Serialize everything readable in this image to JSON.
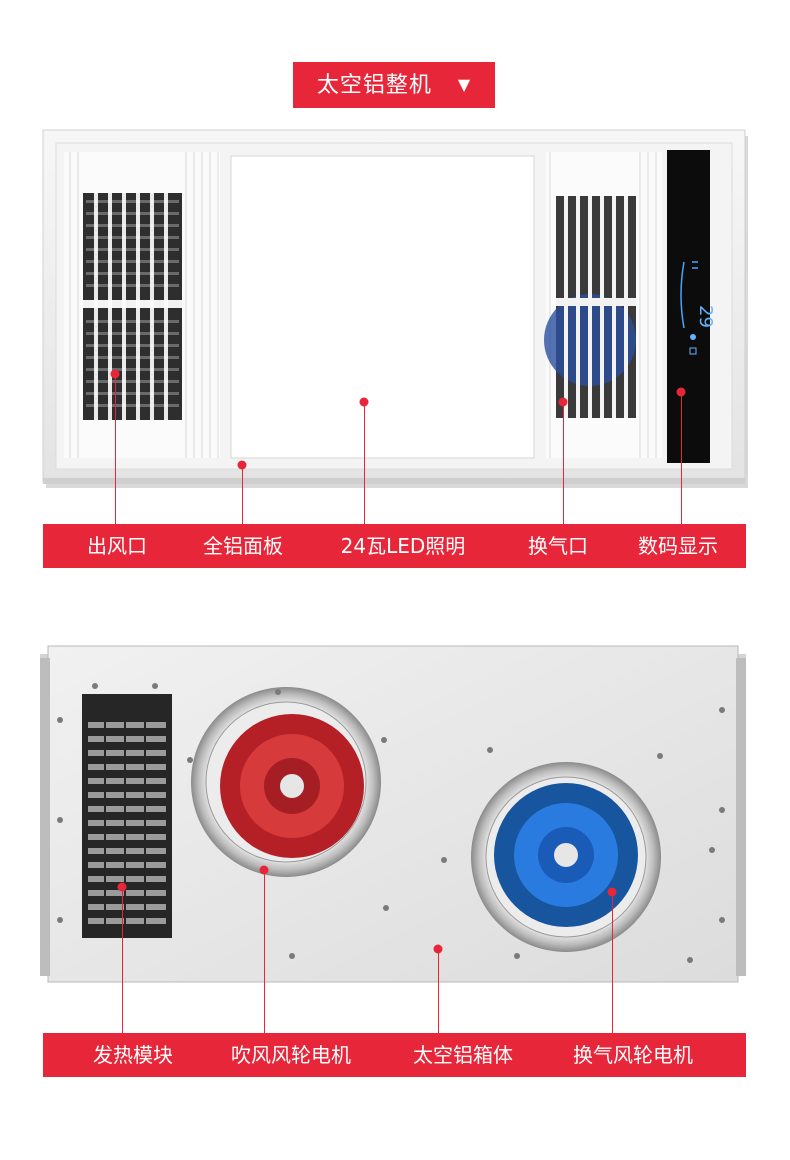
{
  "header": {
    "title": "太空铝整机"
  },
  "panel_top": {
    "labels": [
      "出风口",
      "全铝面板",
      "24瓦LED照明",
      "换气口",
      "数码显示"
    ],
    "display": {
      "temperature": "29"
    }
  },
  "panel_bottom": {
    "labels": [
      "发热模块",
      "吹风风轮电机",
      "太空铝箱体",
      "换气风轮电机"
    ]
  },
  "colors": {
    "accent": "#e8263a",
    "red_fan": "#c8242b",
    "blue_fan": "#1a62c9"
  }
}
